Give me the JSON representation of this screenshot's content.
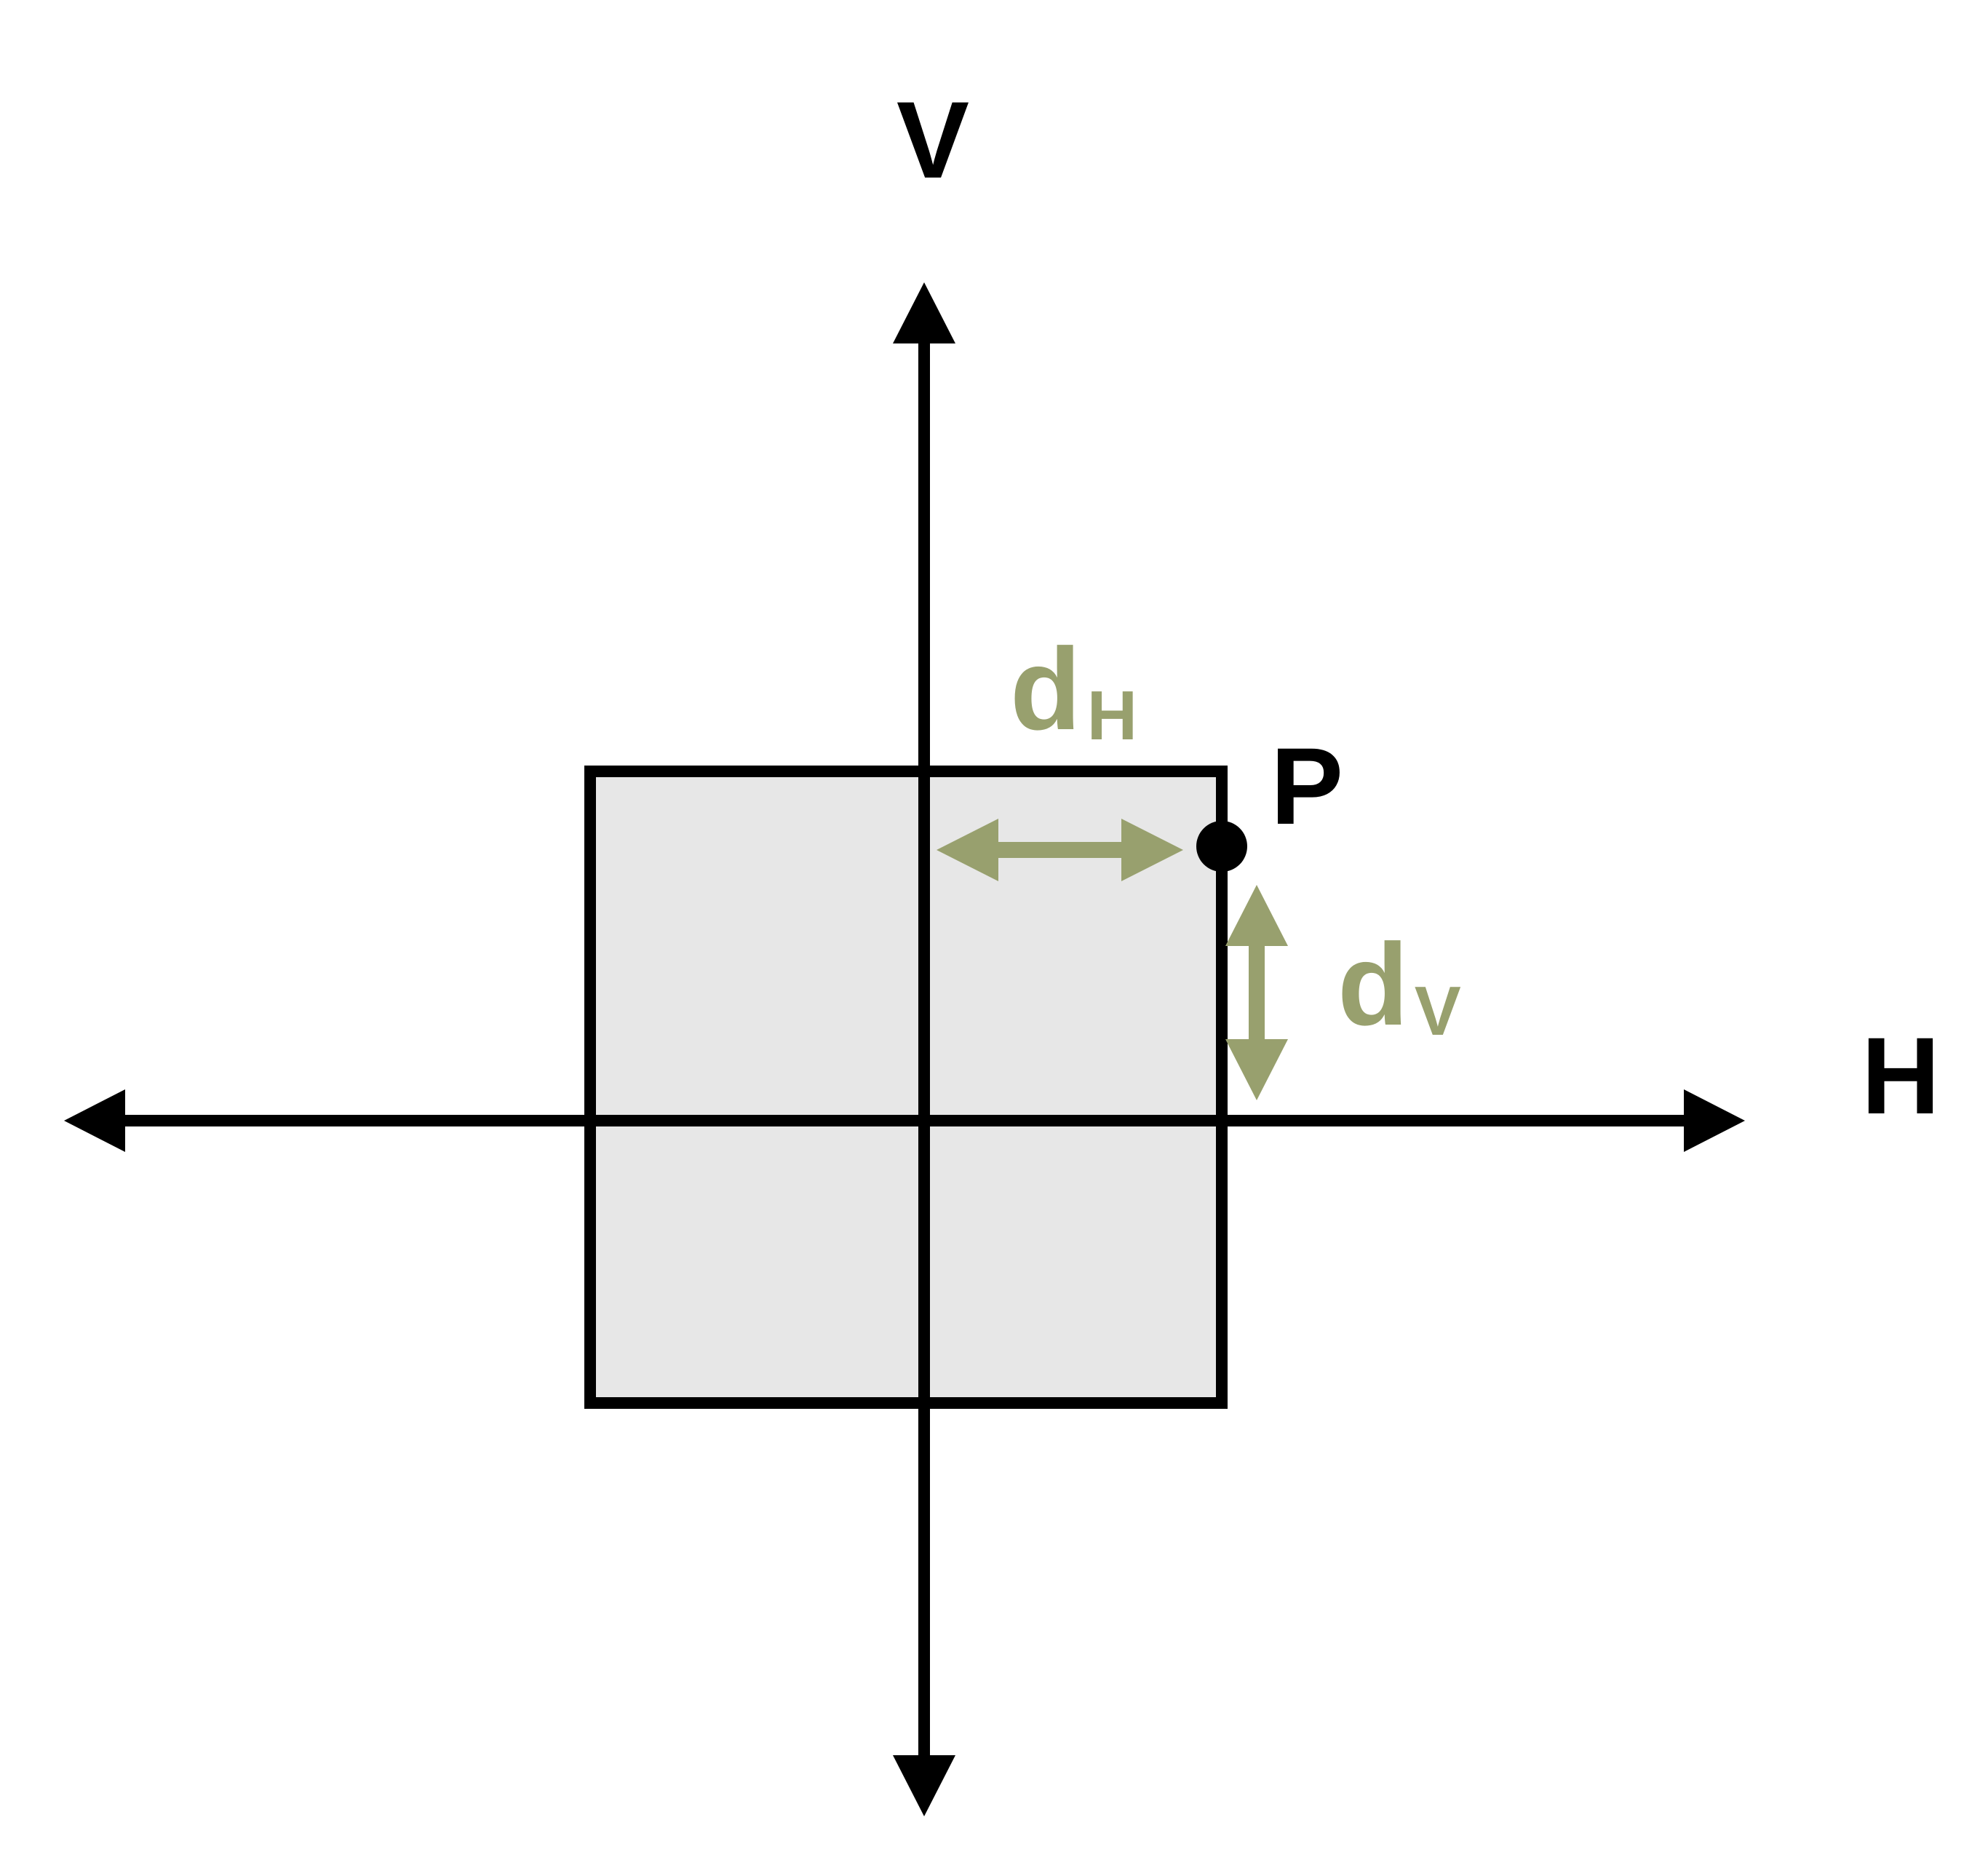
{
  "labels": {
    "vertical_axis": "V",
    "horizontal_axis": "H",
    "point": "P",
    "horizontal_distance": {
      "base": "d",
      "subscript": "H"
    },
    "vertical_distance": {
      "base": "d",
      "subscript": "V"
    }
  },
  "colors": {
    "stroke": "#000000",
    "box_fill": "#e7e7e7",
    "distance_accent": "#98a06e",
    "background": "#ffffff"
  }
}
